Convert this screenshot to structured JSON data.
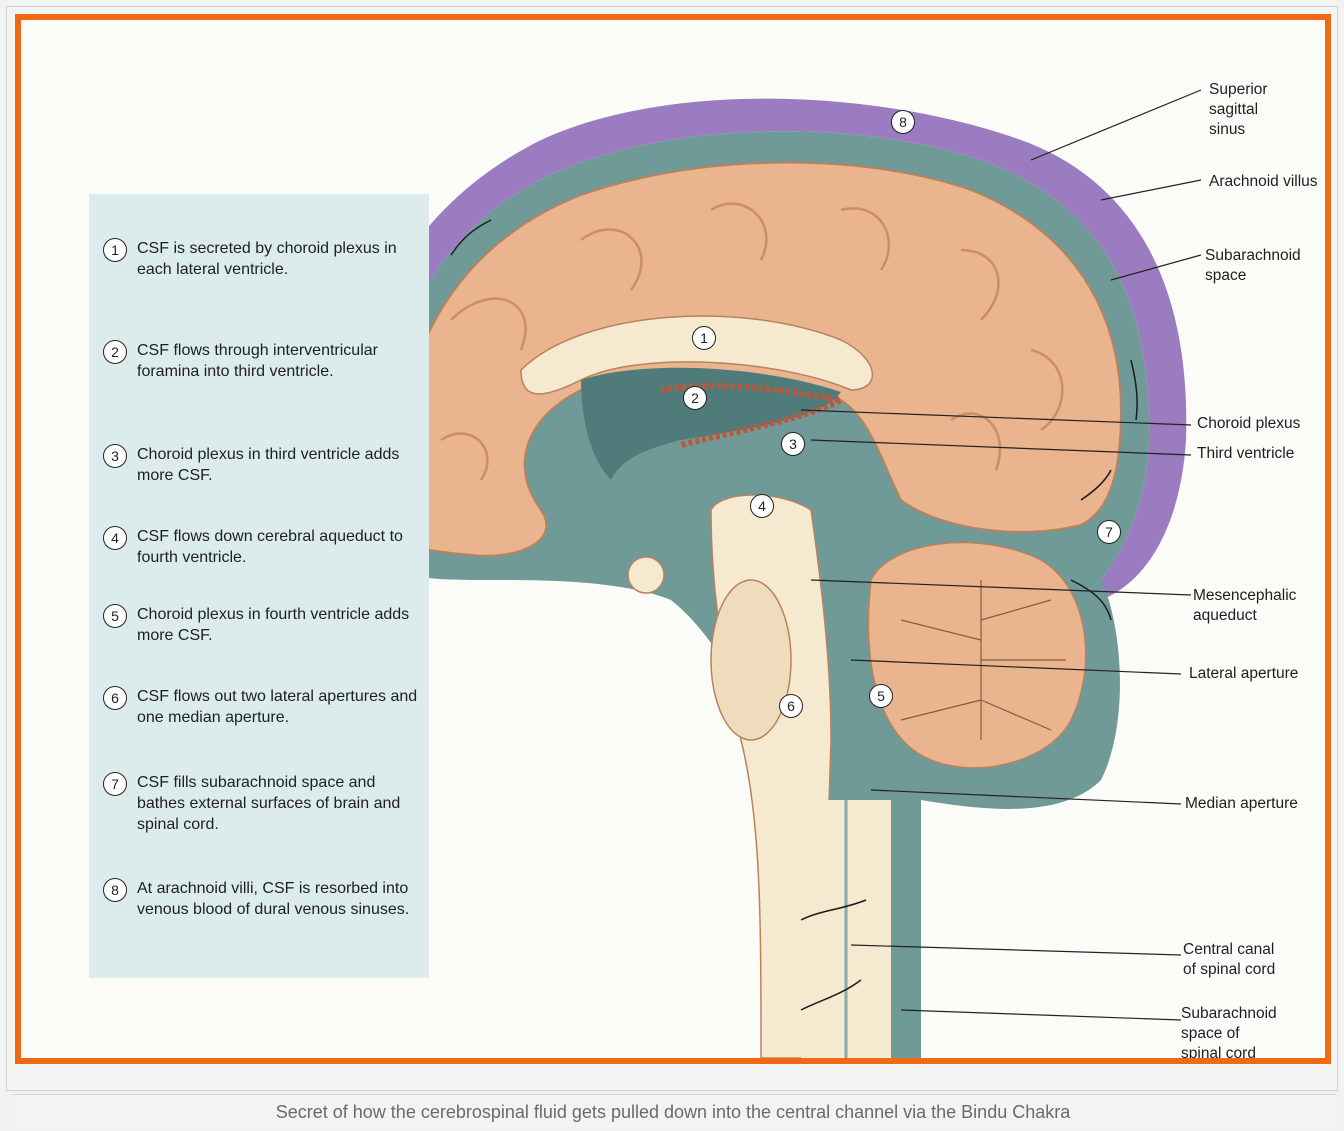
{
  "caption": "Secret of how the cerebrospinal fluid gets pulled down into the central channel via the Bindu Chakra",
  "steps": [
    {
      "num": "1",
      "text": "CSF is secreted by choroid plexus in each lateral ventricle."
    },
    {
      "num": "2",
      "text": "CSF flows through interventricular foramina into third ventricle."
    },
    {
      "num": "3",
      "text": "Choroid plexus in third ventricle adds more CSF."
    },
    {
      "num": "4",
      "text": "CSF flows down cerebral aqueduct to fourth ventricle."
    },
    {
      "num": "5",
      "text": "Choroid plexus in fourth ventricle adds more CSF."
    },
    {
      "num": "6",
      "text": "CSF flows out two lateral apertures and one median aperture."
    },
    {
      "num": "7",
      "text": "CSF fills subarachnoid space and bathes external surfaces of brain and spinal cord."
    },
    {
      "num": "8",
      "text": "At arachnoid villi, CSF is resorbed into venous blood of dural venous sinuses."
    }
  ],
  "labels": {
    "superior_sagittal_sinus": "Superior\nsagittal\nsinus",
    "arachnoid_villus": "Arachnoid villus",
    "subarachnoid_space": "Subarachnoid\nspace",
    "choroid_plexus": "Choroid plexus",
    "third_ventricle": "Third ventricle",
    "mesencephalic_aqueduct": "Mesencephalic\naqueduct",
    "lateral_aperture": "Lateral aperture",
    "median_aperture": "Median aperture",
    "central_canal": "Central canal\nof spinal cord",
    "subarachnoid_space_spinal": "Subarachnoid\nspace of\nspinal cord"
  },
  "callouts": [
    "1",
    "2",
    "3",
    "4",
    "5",
    "6",
    "7",
    "8"
  ],
  "colors": {
    "frame_orange": "#ee6a16",
    "brain_tan": "#e9b48e",
    "csf_teal": "#6f9a97",
    "sinus_purple": "#9b7cc0",
    "panel_blue": "#dcebeb"
  }
}
